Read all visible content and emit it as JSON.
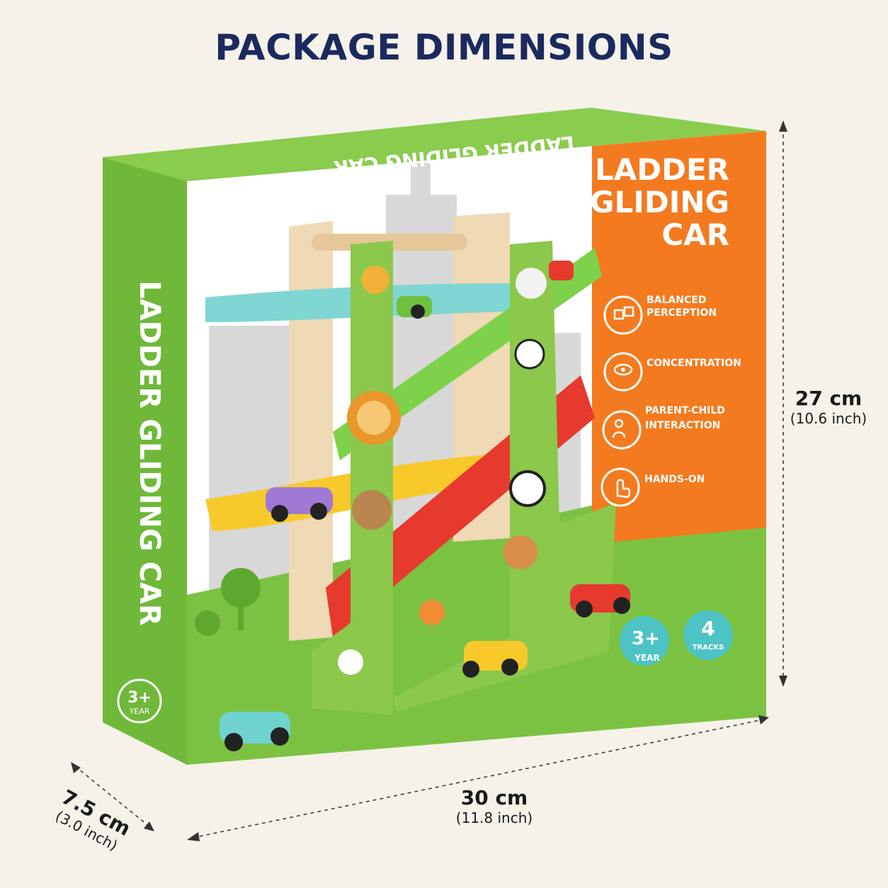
{
  "header": {
    "title": "PACKAGE DIMENSIONS"
  },
  "box": {
    "front_title_lines": [
      "LADDER",
      "GLIDING",
      "CAR"
    ],
    "top_text": "LADDER GLIDING CAR",
    "side_text": "LADDER GLIDING CAR",
    "features": [
      {
        "icon": "cubes-icon",
        "lines": [
          "BALANCED",
          "PERCEPTION"
        ]
      },
      {
        "icon": "eye-bulb-icon",
        "lines": [
          "CONCENTRATION"
        ]
      },
      {
        "icon": "parent-child-icon",
        "lines": [
          "PARENT-CHILD",
          "INTERACTION"
        ]
      },
      {
        "icon": "hand-touch-icon",
        "lines": [
          "HANDS-ON"
        ]
      }
    ],
    "badges": [
      {
        "big": "3+",
        "small": "YEAR"
      },
      {
        "big": "4",
        "small": "TRACKS"
      }
    ],
    "side_badge": {
      "big": "3+",
      "small": "YEAR"
    },
    "colors": {
      "box_green": "#7cc242",
      "box_green_dark": "#5ea830",
      "panel_orange": "#f47a1f",
      "badge_teal": "#4ec3c6"
    }
  },
  "dimensions": {
    "height": {
      "value": "27 cm",
      "imperial": "(10.6 inch)"
    },
    "width": {
      "value": "30 cm",
      "imperial": "(11.8 inch)"
    },
    "depth": {
      "value": "7.5 cm",
      "imperial": "(3.0 inch)"
    }
  }
}
